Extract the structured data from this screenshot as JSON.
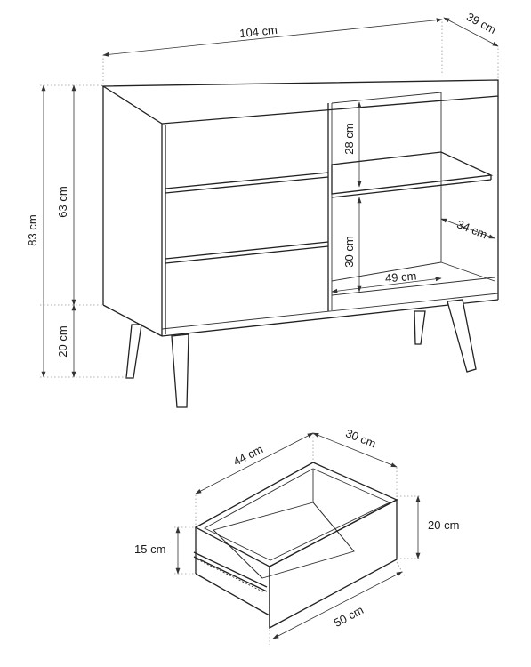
{
  "colors": {
    "line": "#222222",
    "guide": "#999999",
    "background": "#ffffff"
  },
  "dimensions": {
    "width": "104 cm",
    "depth": "39 cm",
    "total_height": "83 cm",
    "body_height": "63 cm",
    "leg_height": "20 cm",
    "shelf_upper": "28 cm",
    "shelf_lower": "30 cm",
    "shelf_width": "49 cm",
    "shelf_depth": "34 cm"
  },
  "drawer": {
    "depth": "44 cm",
    "inner_width": "30 cm",
    "height": "20 cm",
    "front_height": "15 cm",
    "width": "50 cm"
  }
}
